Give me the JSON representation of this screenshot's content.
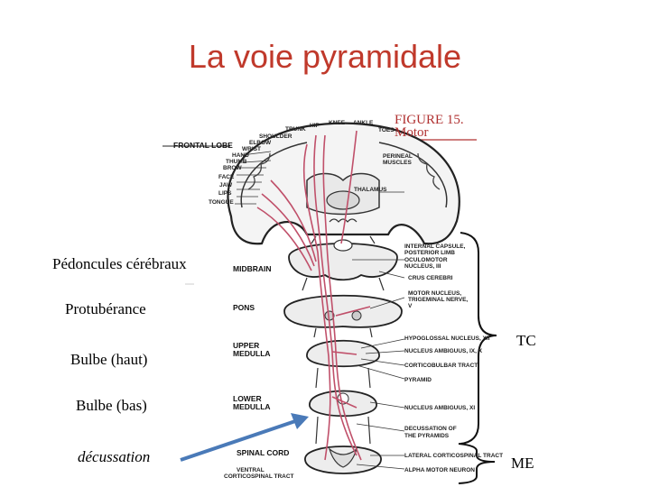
{
  "title": "La voie pyramidale",
  "figure": {
    "caption_line1": "FIGURE 15.",
    "caption_line2": "Motor"
  },
  "side_labels": {
    "peduncles": "Pédoncules cérébraux",
    "pons": "Protubérance",
    "upper_medulla": "Bulbe (haut)",
    "lower_medulla": "Bulbe (bas)",
    "decussation": "décussation"
  },
  "brace_labels": {
    "tc": "TC",
    "me": "ME"
  },
  "levels": {
    "frontal_lobe": "FRONTAL LOBE",
    "midbrain": "MIDBRAIN",
    "pons": "PONS",
    "upper_medulla_1": "UPPER",
    "upper_medulla_2": "MEDULLA",
    "lower_medulla_1": "LOWER",
    "lower_medulla_2": "MEDULLA",
    "spinal_cord": "SPINAL CORD"
  },
  "homunculus": [
    "TRUNK",
    "HIP",
    "KNEE",
    "ANKLE",
    "TOES",
    "SHOULDER",
    "ELBOW",
    "WRIST",
    "HAND",
    "THUMB",
    "BROW",
    "FACE",
    "JAW",
    "LIPS",
    "TONGUE"
  ],
  "structures": {
    "perineal": "PERINEAL MUSCLES",
    "thalamus": "THALAMUS",
    "internal_capsule": "INTERNAL CAPSULE, POSTERIOR LIMB",
    "oculomotor": "OCULOMOTOR NUCLEUS, III",
    "crus": "CRUS CEREBRI",
    "motor_nucleus": "MOTOR NUCLEUS, TRIGEMINAL NERVE, V",
    "hypoglossal": "HYPOGLOSSAL NUCLEUS, XII",
    "ambiguus_upper": "NUCLEUS AMBIGUUS, IX, X",
    "corticobulbar": "CORTICOBULBAR TRACT",
    "pyramid": "PYRAMID",
    "ambiguus_lower": "NUCLEUS AMBIGUUS, XI",
    "decussation_1": "DECUSSATION OF",
    "decussation_2": "THE PYRAMIDS",
    "lateral_cst": "LATERAL CORTICOSPINAL TRACT",
    "alpha_motor": "ALPHA MOTOR NEURON",
    "ventral_cst_1": "VENTRAL",
    "ventral_cst_2": "CORTICOSPINAL TRACT"
  },
  "colors": {
    "title": "#c0392b",
    "tract": "#c0506a",
    "arrow": "#4a7ab8",
    "figure_caption": "#b03030"
  }
}
